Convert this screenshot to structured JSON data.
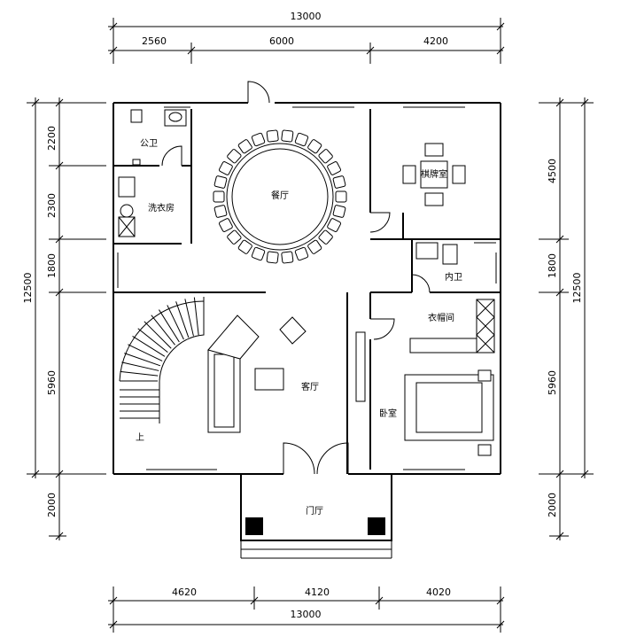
{
  "dimensions": {
    "top_total": "13000",
    "top_segments": [
      "2560",
      "6000",
      "4200"
    ],
    "bottom_total": "13000",
    "bottom_segments": [
      "4620",
      "4120",
      "4020"
    ],
    "left_total": "12500",
    "left_segments": [
      "2200",
      "2300",
      "1800",
      "5960",
      "2000"
    ],
    "right_total": "12500",
    "right_segments": [
      "4500",
      "1800",
      "5960",
      "2000"
    ]
  },
  "rooms": {
    "public_wc": "公卫",
    "laundry": "洗衣房",
    "dining": "餐厅",
    "chess_room": "棋牌室",
    "inner_wc": "内卫",
    "wardrobe": "衣帽间",
    "living": "客厅",
    "bedroom": "卧室",
    "stairs_up": "上",
    "entrance": "门厅"
  }
}
